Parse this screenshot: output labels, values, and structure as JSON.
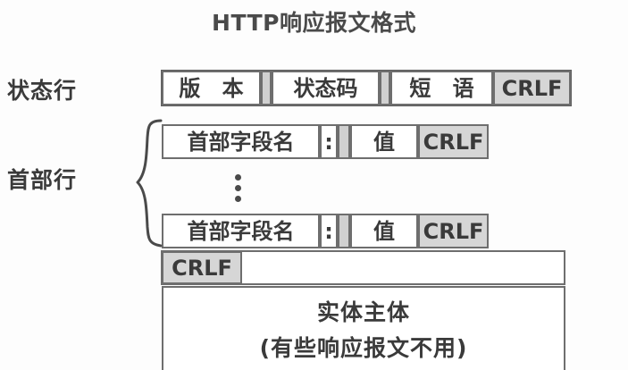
{
  "diagram": {
    "title": "HTTP响应报文格式",
    "labels": {
      "status_line": "状态行",
      "header_lines": "首部行"
    },
    "status_line": {
      "version": "版 本",
      "status_code": "状态码",
      "phrase": "短 语",
      "crlf": "CRLF"
    },
    "header_line_1": {
      "field_name": "首部字段名",
      "colon": ":",
      "value": "值",
      "crlf": "CRLF"
    },
    "header_line_2": {
      "field_name": "首部字段名",
      "colon": ":",
      "value": "值",
      "crlf": "CRLF"
    },
    "ellipsis": "⋮",
    "blank_line": {
      "crlf": "CRLF"
    },
    "entity_body": {
      "line1": "实体主体",
      "line2": "(有些响应报文不用)"
    },
    "colors": {
      "background": "#fdfdfd",
      "text": "#3a3a3a",
      "border": "#6e6e6e",
      "cell_fill": "#ffffff",
      "crlf_fill": "#d6d6d6",
      "separator_fill": "#d0d0d0"
    }
  }
}
